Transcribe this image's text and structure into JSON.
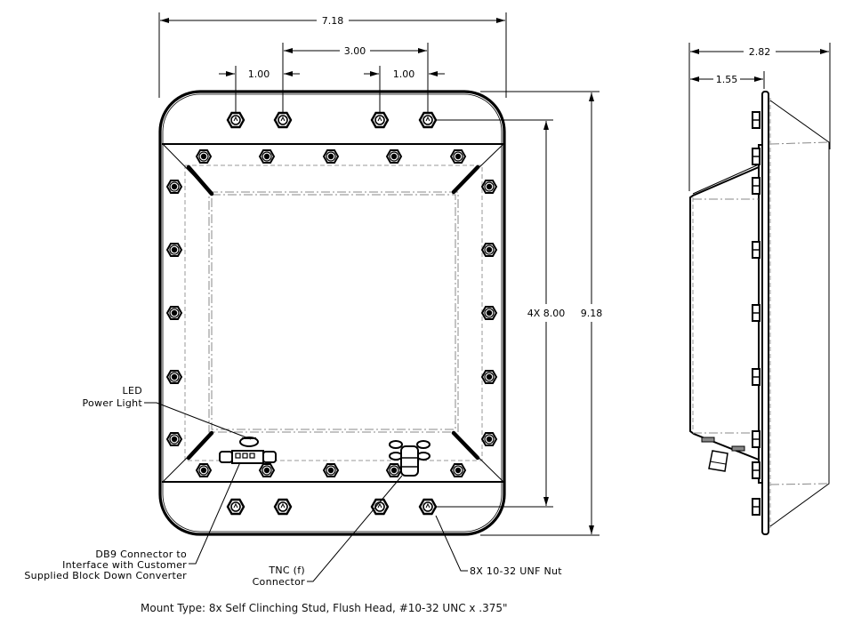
{
  "drawing": {
    "front_view": {
      "dimensions": {
        "overall_width": "7.18",
        "stud_spacing_center": "3.00",
        "stud_spacing_left": "1.00",
        "stud_spacing_right": "1.00",
        "stud_spacing_vertical": "4X 8.00",
        "overall_height": "9.18"
      },
      "callouts": {
        "led": {
          "line1": "LED",
          "line2": "Power Light"
        },
        "db9": {
          "line1": "DB9 Connector to",
          "line2": "Interface with Customer",
          "line3": "Supplied Block Down Converter"
        },
        "tnc": {
          "line1": "TNC (f)",
          "line2": "Connector"
        },
        "nut": {
          "line1": "8X 10-32 UNF Nut"
        }
      }
    },
    "side_view": {
      "dimensions": {
        "overall_depth": "2.82",
        "flange_offset": "1.55"
      }
    },
    "footer_note": "Mount Type: 8x Self Clinching Stud, Flush Head, #10-32 UNC x .375\"",
    "colors": {
      "line": "#000000",
      "hidden_line": "#888888",
      "background": "#ffffff"
    }
  }
}
